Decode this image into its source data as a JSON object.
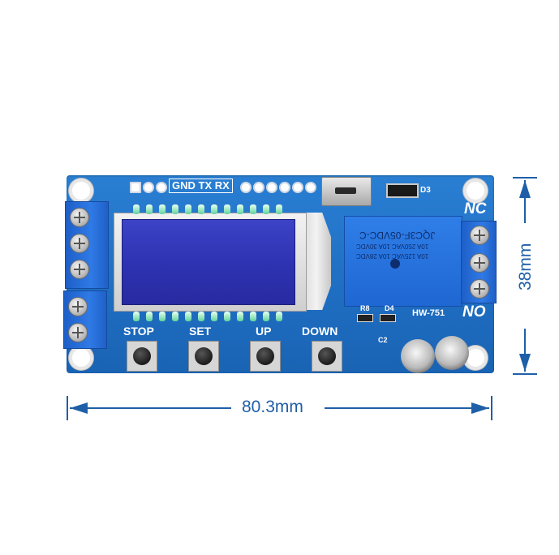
{
  "labels": {
    "header_pins": "GND TX RX",
    "nc": "NC",
    "no": "NO",
    "d3": "D3",
    "r8": "R8",
    "d4": "D4",
    "c2": "C2",
    "board_model": "HW-751",
    "relay_line1": "JQC3F-05VDC-C",
    "relay_line2": "10A 250VAC 10A 30VDC",
    "relay_line3": "10A 125VAC 10A 28VDC"
  },
  "buttons": [
    {
      "label": "STOP"
    },
    {
      "label": "SET"
    },
    {
      "label": "UP"
    },
    {
      "label": "DOWN"
    }
  ],
  "dimensions": {
    "width": "80.3mm",
    "height": "38mm"
  },
  "colors": {
    "pcb": "#1f6fc4",
    "terminal": "#2a6fd9",
    "lcd": "#2e33b3",
    "dimension": "#1f5fa8"
  }
}
